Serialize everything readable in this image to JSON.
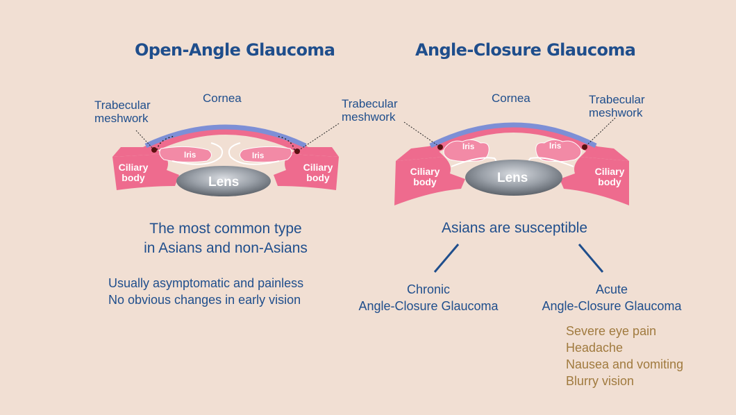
{
  "open_angle": {
    "title": "Open-Angle Glaucoma",
    "labels": {
      "cornea": "Cornea",
      "trabecular_left": "Trabecular meshwork",
      "trabecular_right": "Trabecular meshwork",
      "iris_left": "Iris",
      "iris_right": "Iris",
      "ciliary_left": "Ciliary body",
      "ciliary_right": "Ciliary body",
      "lens": "Lens"
    },
    "summary_line1": "The most common type",
    "summary_line2": "in Asians and non-Asians",
    "detail_line1": "Usually asymptomatic and painless",
    "detail_line2": "No obvious changes in early vision"
  },
  "angle_closure": {
    "title": "Angle-Closure Glaucoma",
    "labels": {
      "cornea": "Cornea",
      "trabecular_left": "Trabecular meshwork",
      "trabecular_right": "Trabecular meshwork",
      "iris_left": "Iris",
      "iris_right": "Iris",
      "ciliary_left": "Ciliary body",
      "ciliary_right": "Ciliary body",
      "lens": "Lens"
    },
    "summary": "Asians are susceptible",
    "chronic": {
      "line1": "Chronic",
      "line2": "Angle-Closure Glaucoma"
    },
    "acute": {
      "line1": "Acute",
      "line2": "Angle-Closure Glaucoma"
    },
    "symptoms": [
      "Severe eye pain",
      "Headache",
      "Nausea and vomiting",
      "Blurry vision"
    ]
  },
  "colors": {
    "title_blue": "#1f4e8c",
    "tissue_pink": "#ee6b8e",
    "iris_pink": "#f28aa6",
    "cornea_blue": "#7d8fd6",
    "lens_gray": "#8a8f98",
    "symptom_gold": "#a07a3e",
    "background": "#f1dfd3"
  }
}
